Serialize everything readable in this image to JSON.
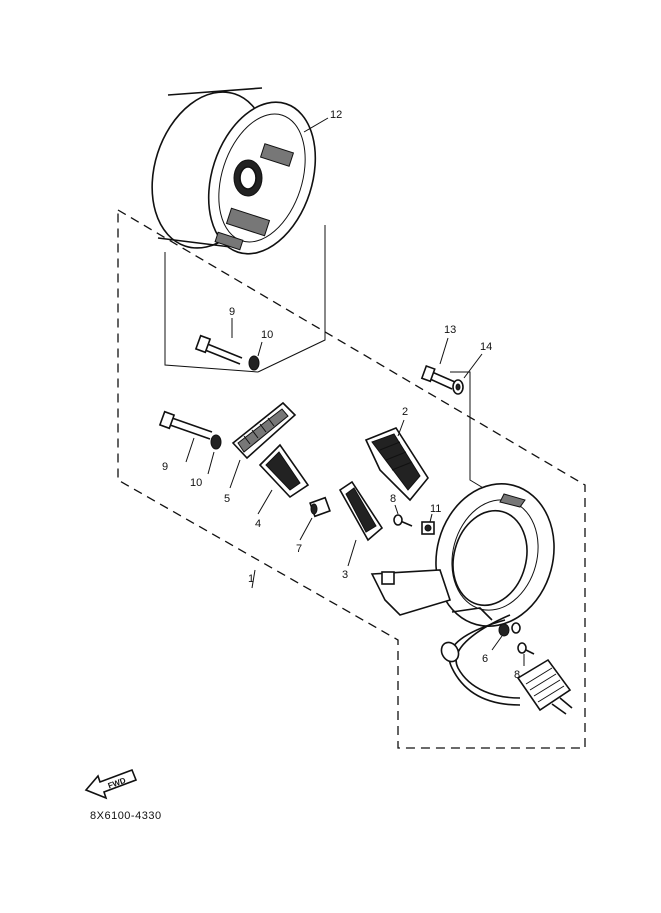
{
  "diagram": {
    "part_number": "8X6100-4330",
    "front_badge": "FWD",
    "callouts": {
      "c1": "1",
      "c2": "2",
      "c3": "3",
      "c4": "4",
      "c5": "5",
      "c6": "6",
      "c7": "7",
      "c8a": "8",
      "c8b": "8",
      "c9a": "9",
      "c9b": "9",
      "c10a": "10",
      "c10b": "10",
      "c11": "11",
      "c12": "12",
      "c13": "13",
      "c14": "14"
    }
  }
}
